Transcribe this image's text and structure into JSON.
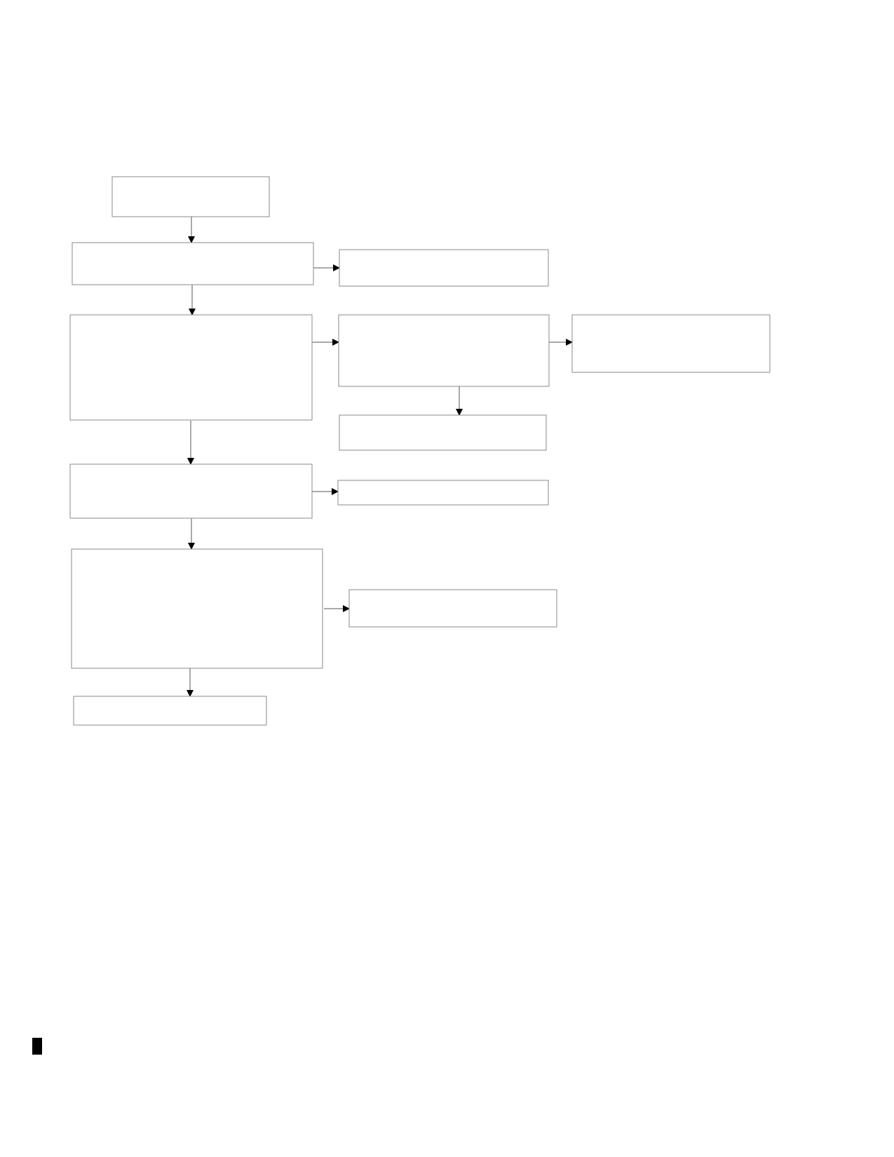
{
  "diagram": {
    "type": "flowchart",
    "stroke_color": "#8a8a8a",
    "arrow_color": "#000000",
    "nodes": [
      {
        "id": "n1",
        "text": ""
      },
      {
        "id": "n2",
        "text": ""
      },
      {
        "id": "n3",
        "text": ""
      },
      {
        "id": "n4",
        "text": ""
      },
      {
        "id": "n5",
        "text": ""
      },
      {
        "id": "n6",
        "text": ""
      },
      {
        "id": "n7",
        "text": ""
      },
      {
        "id": "n8",
        "text": ""
      },
      {
        "id": "n9",
        "text": ""
      },
      {
        "id": "n10",
        "text": ""
      },
      {
        "id": "n11",
        "text": ""
      },
      {
        "id": "n12",
        "text": ""
      }
    ],
    "edges": [
      {
        "from": "n1",
        "to": "n2"
      },
      {
        "from": "n2",
        "to": "n3"
      },
      {
        "from": "n2",
        "to": "n4"
      },
      {
        "from": "n4",
        "to": "n5"
      },
      {
        "from": "n5",
        "to": "n6"
      },
      {
        "from": "n5",
        "to": "n7"
      },
      {
        "from": "n4",
        "to": "n8"
      },
      {
        "from": "n8",
        "to": "n9"
      },
      {
        "from": "n8",
        "to": "n10"
      },
      {
        "from": "n10",
        "to": "n11"
      },
      {
        "from": "n10",
        "to": "n12"
      }
    ]
  }
}
